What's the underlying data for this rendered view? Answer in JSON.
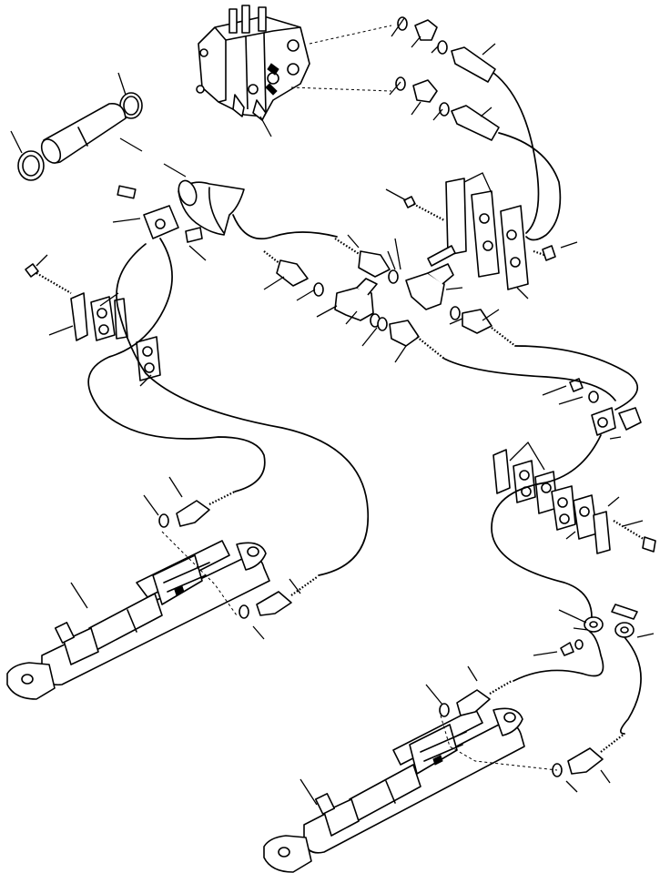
{
  "diagram": {
    "description_visible_text": "",
    "parts": [
      "control-valve",
      "hose-clamp",
      "short-hose",
      "elbow-hose",
      "hydraulic-cylinder",
      "hose-fitting",
      "o-ring",
      "adapter",
      "tee-adapter",
      "elbow-adapter",
      "hose-clamp-block",
      "clamp-bracket",
      "bolt",
      "washer",
      "hose"
    ]
  }
}
